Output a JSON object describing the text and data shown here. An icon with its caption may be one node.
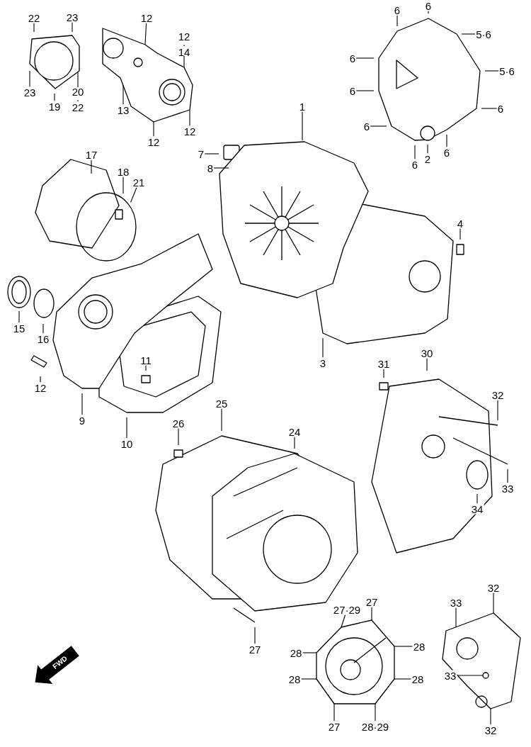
{
  "diagram": {
    "nodes": [
      {
        "text": [
          "22"
        ]
      },
      {
        "text": [
          "23"
        ]
      },
      {
        "text": [
          "12"
        ]
      },
      {
        "text": [
          "6"
        ]
      },
      {
        "text": [
          "6"
        ]
      },
      {
        "text": [
          "5·6"
        ]
      },
      {
        "text": [
          "12 · 14"
        ]
      },
      {
        "text": [
          "6"
        ]
      },
      {
        "text": [
          "5·6"
        ]
      },
      {
        "text": [
          "23"
        ]
      },
      {
        "text": [
          "13"
        ]
      },
      {
        "text": [
          "6"
        ]
      },
      {
        "text": [
          "20 · 22"
        ]
      },
      {
        "text": [
          "19"
        ]
      },
      {
        "text": [
          "1"
        ]
      },
      {
        "text": [
          "6"
        ]
      },
      {
        "text": [
          "6"
        ]
      },
      {
        "text": [
          "12"
        ]
      },
      {
        "text": [
          "12"
        ]
      },
      {
        "text": [
          "6"
        ]
      },
      {
        "text": [
          "7"
        ]
      },
      {
        "text": [
          "2"
        ]
      },
      {
        "text": [
          "17"
        ]
      },
      {
        "text": [
          "6"
        ]
      },
      {
        "text": [
          "8"
        ]
      },
      {
        "text": [
          "18"
        ]
      },
      {
        "text": [
          "21"
        ]
      },
      {
        "text": [
          "4"
        ]
      },
      {
        "text": [
          "15"
        ]
      },
      {
        "text": [
          "16"
        ]
      },
      {
        "text": [
          "11"
        ]
      },
      {
        "text": [
          "3"
        ]
      },
      {
        "text": [
          "30"
        ]
      },
      {
        "text": [
          "31"
        ]
      },
      {
        "text": [
          "12"
        ]
      },
      {
        "text": [
          "32"
        ]
      },
      {
        "text": [
          "25"
        ]
      },
      {
        "text": [
          "9"
        ]
      },
      {
        "text": [
          "26"
        ]
      },
      {
        "text": [
          "24"
        ]
      },
      {
        "text": [
          "10"
        ]
      },
      {
        "text": [
          "33"
        ]
      },
      {
        "text": [
          "34"
        ]
      },
      {
        "text": [
          "32"
        ]
      },
      {
        "text": [
          "27"
        ]
      },
      {
        "text": [
          "33"
        ]
      },
      {
        "text": [
          "27·29"
        ]
      },
      {
        "text": [
          "28"
        ]
      },
      {
        "text": [
          "27"
        ]
      },
      {
        "text": [
          "28"
        ]
      },
      {
        "text": [
          "33"
        ]
      },
      {
        "text": [
          "28"
        ]
      },
      {
        "text": [
          "28"
        ]
      },
      {
        "text": [
          "27"
        ]
      },
      {
        "text": [
          "28·29"
        ]
      },
      {
        "text": [
          "32"
        ]
      },
      {
        "text": [],
        "shape": "picture"
      },
      {
        "text": [],
        "shape": "picture"
      },
      {
        "text": [],
        "shape": "picture"
      }
    ],
    "edges": [
      {
        "from": 0,
        "to": null,
        "arrow": "none"
      },
      {
        "from": 1,
        "to": null,
        "arrow": "none"
      },
      {
        "from": 2,
        "to": 56,
        "arrow": "none"
      },
      {
        "from": 3,
        "to": null,
        "arrow": "none"
      },
      {
        "from": 4,
        "to": null,
        "arrow": "none"
      },
      {
        "from": 5,
        "to": null,
        "arrow": "none"
      },
      {
        "from": 6,
        "to": 56,
        "arrow": "none"
      },
      {
        "from": 7,
        "to": null,
        "arrow": "none"
      },
      {
        "from": 8,
        "to": null,
        "arrow": "none"
      },
      {
        "from": 9,
        "to": null,
        "arrow": "none"
      },
      {
        "from": 10,
        "to": 56,
        "arrow": "none"
      },
      {
        "from": 11,
        "to": null,
        "arrow": "none"
      },
      {
        "from": 12,
        "to": null,
        "arrow": "none"
      },
      {
        "from": 13,
        "to": null,
        "arrow": "none"
      },
      {
        "from": 14,
        "to": null,
        "arrow": "none"
      },
      {
        "from": 15,
        "to": null,
        "arrow": "none"
      },
      {
        "from": 16,
        "to": null,
        "arrow": "none"
      },
      {
        "from": 17,
        "to": 56,
        "arrow": "none"
      },
      {
        "from": 18,
        "to": 56,
        "arrow": "none"
      },
      {
        "from": 19,
        "to": null,
        "arrow": "none"
      },
      {
        "from": 20,
        "to": null,
        "arrow": "none"
      },
      {
        "from": 21,
        "to": null,
        "arrow": "none"
      },
      {
        "from": 22,
        "to": null,
        "arrow": "none"
      },
      {
        "from": 23,
        "to": null,
        "arrow": "none"
      },
      {
        "from": 24,
        "to": null,
        "arrow": "none"
      },
      {
        "from": 25,
        "to": null,
        "arrow": "none"
      },
      {
        "from": 26,
        "to": null,
        "arrow": "none"
      },
      {
        "from": 27,
        "to": null,
        "arrow": "none"
      },
      {
        "from": 28,
        "to": null,
        "arrow": "none"
      },
      {
        "from": 29,
        "to": null,
        "arrow": "none"
      },
      {
        "from": 30,
        "to": null,
        "arrow": "none"
      },
      {
        "from": 31,
        "to": null,
        "arrow": "none"
      },
      {
        "from": 32,
        "to": null,
        "arrow": "none"
      },
      {
        "from": 33,
        "to": null,
        "arrow": "none"
      },
      {
        "from": 34,
        "to": null,
        "arrow": "none"
      },
      {
        "from": 35,
        "to": null,
        "arrow": "none"
      },
      {
        "from": 36,
        "to": null,
        "arrow": "none"
      },
      {
        "from": 37,
        "to": null,
        "arrow": "none"
      },
      {
        "from": 38,
        "to": null,
        "arrow": "none"
      },
      {
        "from": 39,
        "to": null,
        "arrow": "none"
      },
      {
        "from": 40,
        "to": null,
        "arrow": "none"
      },
      {
        "from": 41,
        "to": null,
        "arrow": "none"
      },
      {
        "from": 42,
        "to": null,
        "arrow": "none"
      },
      {
        "from": 43,
        "to": 58,
        "arrow": "none"
      },
      {
        "from": 44,
        "to": 57,
        "arrow": "none"
      },
      {
        "from": 45,
        "to": 58,
        "arrow": "none"
      },
      {
        "from": 46,
        "to": 57,
        "arrow": "none"
      },
      {
        "from": 47,
        "to": 57,
        "arrow": "none"
      },
      {
        "from": 48,
        "to": null,
        "arrow": "none"
      },
      {
        "from": 49,
        "to": 57,
        "arrow": "none"
      },
      {
        "from": 50,
        "to": 58,
        "arrow": "none"
      },
      {
        "from": 51,
        "to": 57,
        "arrow": "none"
      },
      {
        "from": 52,
        "to": 57,
        "arrow": "none"
      },
      {
        "from": 53,
        "to": 57,
        "arrow": "none"
      },
      {
        "from": 54,
        "to": 57,
        "arrow": "none"
      },
      {
        "from": 55,
        "to": 58,
        "arrow": "none"
      }
    ],
    "labels": [
      "FWD"
    ]
  }
}
